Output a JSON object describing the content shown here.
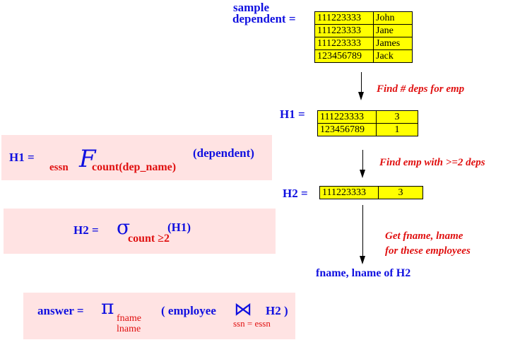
{
  "dependent": {
    "label_line1": "sample",
    "label_line2": "dependent =",
    "rows": [
      {
        "essn": "111223333",
        "dep_name": "John"
      },
      {
        "essn": "111223333",
        "dep_name": "Jane"
      },
      {
        "essn": "111223333",
        "dep_name": "James"
      },
      {
        "essn": "123456789",
        "dep_name": "Jack"
      }
    ]
  },
  "step1_note": "Find # deps for emp",
  "h1": {
    "label": "H1 =",
    "rows": [
      {
        "essn": "111223333",
        "count": "3"
      },
      {
        "essn": "123456789",
        "count": "1"
      }
    ]
  },
  "step2_note": "Find emp with >=2 deps",
  "h2": {
    "label": "H2 =",
    "rows": [
      {
        "essn": "111223333",
        "count": "3"
      }
    ]
  },
  "step3_note_line1": "Get fname, lname",
  "step3_note_line2": "for these employees",
  "result_label": "fname, lname of H2",
  "expr_h1": {
    "lhs": "H1 =",
    "group_attr": "essn",
    "func_symbol": "F",
    "func": "count(dep_name)",
    "arg": "(dependent)"
  },
  "expr_h2": {
    "lhs": "H2 =",
    "sigma": "σ",
    "cond": "count",
    "cond_op": "≥",
    "cond_val": "2",
    "arg": "(H1)"
  },
  "expr_answer": {
    "lhs": "answer =",
    "pi": "π",
    "proj1": "fname",
    "proj2": "lname",
    "open": "( employee",
    "join_symbol": "⋈",
    "rhs": "H2 )",
    "join_cond": "ssn = essn"
  },
  "colors": {
    "table_fill": "#ffff00",
    "panel_fill": "#ffe3e3",
    "blue": "#1010e0",
    "red": "#e01010"
  }
}
